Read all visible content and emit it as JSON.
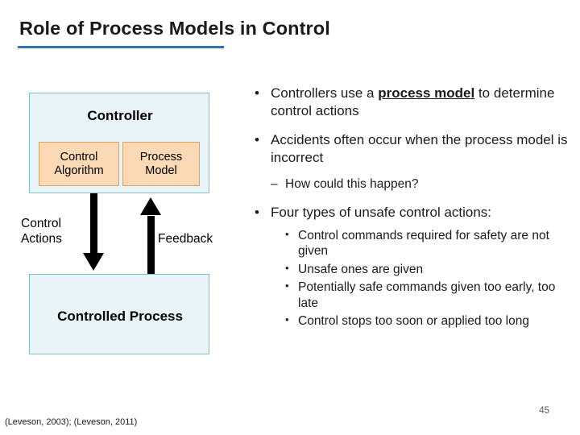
{
  "slide": {
    "title": "Role of Process Models in Control",
    "accent_color": "#2e74b5",
    "page_number": "45",
    "citation": "(Leveson, 2003); (Leveson, 2011)"
  },
  "diagram": {
    "controller_box": {
      "label": "Controller",
      "fill": "#e8f4f8",
      "border": "#7fbfcf"
    },
    "inner_boxes": [
      {
        "label": "Control Algorithm",
        "fill": "#fbd9b5"
      },
      {
        "label": "Process Model",
        "fill": "#fbd9b5"
      }
    ],
    "controlled_process_box": {
      "label": "Controlled Process",
      "fill": "#e8f4f8",
      "border": "#7fbfcf"
    },
    "arrow_labels": {
      "control_actions": "Control Actions",
      "feedback": "Feedback"
    }
  },
  "bullets": {
    "level1": [
      {
        "marker": "•",
        "prefix": "Controllers use a ",
        "emphasis": "process model",
        "suffix": " to determine control actions"
      },
      {
        "marker": "•",
        "prefix": "Accidents often occur when the process model is incorrect",
        "emphasis": "",
        "suffix": ""
      },
      {
        "marker": "•",
        "prefix": "Four types of unsafe control actions:",
        "emphasis": "",
        "suffix": ""
      }
    ],
    "level2": {
      "marker": "–",
      "text": "How could this happen?"
    },
    "level3": {
      "marker": "•",
      "items": [
        "Control commands required for safety are not given",
        "Unsafe ones are given",
        "Potentially safe commands given too early, too late",
        "Control stops too soon or applied too long"
      ]
    }
  }
}
